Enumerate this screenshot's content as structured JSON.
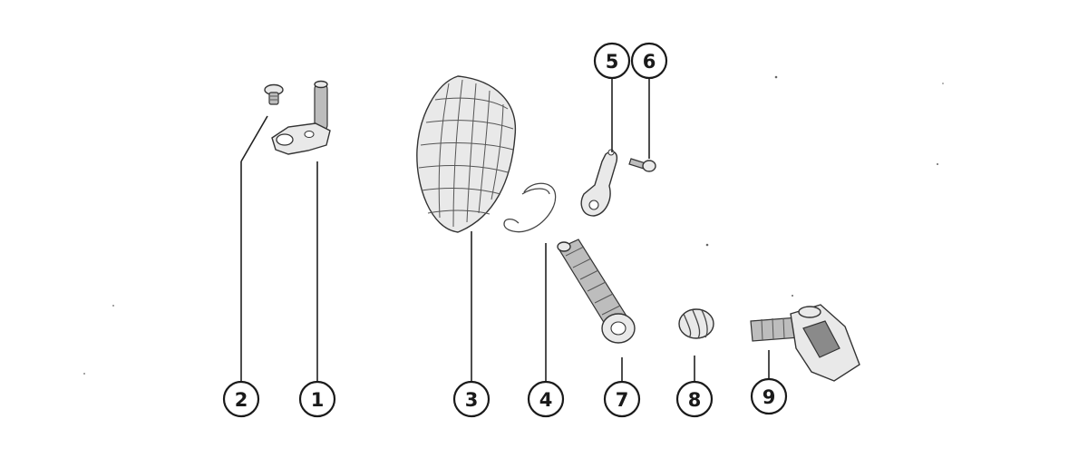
{
  "callouts": [
    {
      "id": "1",
      "label": "1"
    },
    {
      "id": "2",
      "label": "2"
    },
    {
      "id": "3",
      "label": "3"
    },
    {
      "id": "4",
      "label": "4"
    },
    {
      "id": "5",
      "label": "5"
    },
    {
      "id": "6",
      "label": "6"
    },
    {
      "id": "7",
      "label": "7"
    },
    {
      "id": "8",
      "label": "8"
    },
    {
      "id": "9",
      "label": "9"
    }
  ],
  "colors": {
    "line": "#1a1a1a",
    "paper": "#ffffff"
  }
}
